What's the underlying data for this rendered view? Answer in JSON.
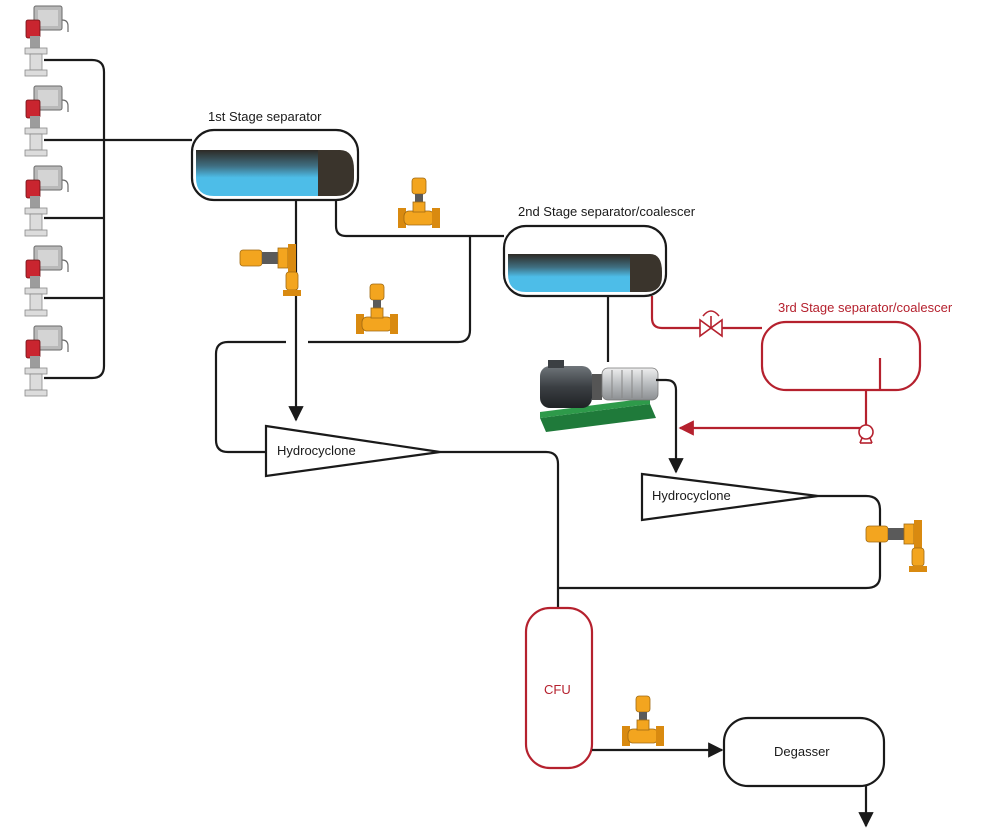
{
  "diagram": {
    "labels": {
      "stage1": "1st Stage separator",
      "stage2": "2nd Stage separator/coalescer",
      "stage3": "3rd Stage separator/coalescer",
      "hydrocyclone1": "Hydrocyclone",
      "hydrocyclone2": "Hydrocyclone",
      "cfu": "CFU",
      "degasser": "Degasser"
    },
    "colors": {
      "line": "#1a1a1a",
      "stage3_line": "#b5212e",
      "water": "#4dbde8",
      "oil": "#3a342c",
      "valve_body": "#f3a51f",
      "wellhead_actuator": "#c9252f"
    },
    "icons": {
      "wellhead_valve": "wellhead-valve-icon",
      "control_valve": "control-valve-icon",
      "pump": "pump-icon",
      "gate_valve": "gate-valve-icon",
      "motor_pump": "motor-pump-icon"
    }
  }
}
